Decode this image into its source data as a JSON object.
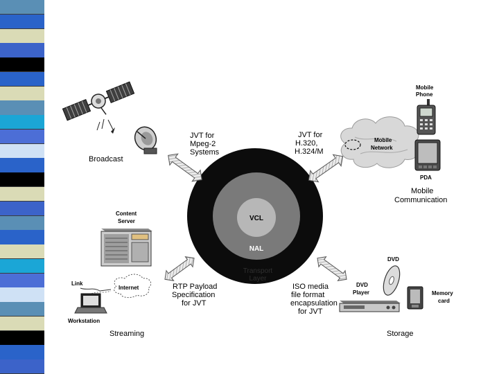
{
  "stripe": {
    "colors": [
      "#5a8fb5",
      "#2a63c9",
      "#dadbb6",
      "#3c63c9",
      "#000000",
      "#2a63c9",
      "#dadbb6",
      "#5a8fb5",
      "#1ba6d6",
      "#4c6ed6",
      "#cfe1f5",
      "#2a63c9",
      "#000000",
      "#dadbb6",
      "#3c63c9",
      "#5a8fb5",
      "#2a63c9",
      "#dadbb6",
      "#1ba6d6",
      "#4c6ed6",
      "#cfe1f5",
      "#5a8fb5",
      "#dadbb6",
      "#000000",
      "#2a63c9",
      "#3c63c9"
    ]
  },
  "center": {
    "vcl": "VCL",
    "nal": "NAL",
    "transport": [
      "Transport",
      "Layer"
    ]
  },
  "broadcast": {
    "label": "Broadcast",
    "spec": [
      "JVT for",
      "Mpeg-2",
      "Systems"
    ]
  },
  "mobile": {
    "spec": [
      "JVT for",
      "H.320,",
      "H.324/M"
    ],
    "cloud": [
      "Mobile",
      "Network"
    ],
    "phone": [
      "Mobile",
      "Phone"
    ],
    "pda": "PDA",
    "label": [
      "Mobile",
      "Communication"
    ]
  },
  "streaming": {
    "server": [
      "Content",
      "Server"
    ],
    "link": "Link",
    "internet": "Internet",
    "workstation": "Workstation",
    "label": "Streaming",
    "spec": [
      "RTP Payload",
      "Specification",
      "for JVT"
    ]
  },
  "storage": {
    "spec": [
      "ISO media",
      "file format",
      "encapsulation",
      "for JVT"
    ],
    "dvd": "DVD",
    "player": [
      "DVD",
      "Player"
    ],
    "memory": [
      "Memory",
      "card"
    ],
    "label": "Storage"
  },
  "icons": [
    "satellite-icon",
    "satellite-dish-icon",
    "cloud-icon",
    "mobile-phone-icon",
    "pda-icon",
    "server-icon",
    "laptop-icon",
    "dvd-disc-icon",
    "dvd-player-icon",
    "memory-card-icon"
  ]
}
